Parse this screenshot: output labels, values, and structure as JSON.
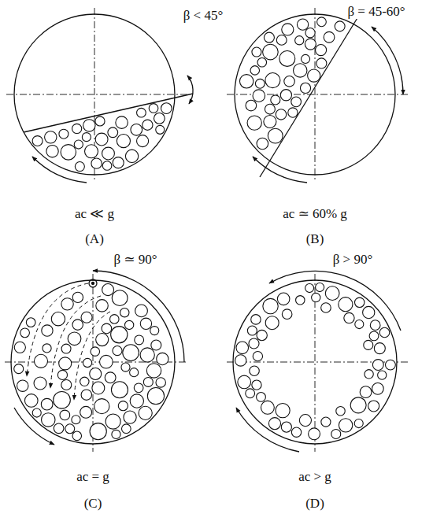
{
  "diagram": {
    "labels": [
      "β < 45°",
      "ac ≪ g",
      "(A)",
      "β = 45-60°",
      "ac ≃ 60% g",
      "(B)",
      "β ≃ 90°",
      "ac = g",
      "(C)",
      "β > 90°",
      "ac > g",
      "(D)"
    ]
  }
}
